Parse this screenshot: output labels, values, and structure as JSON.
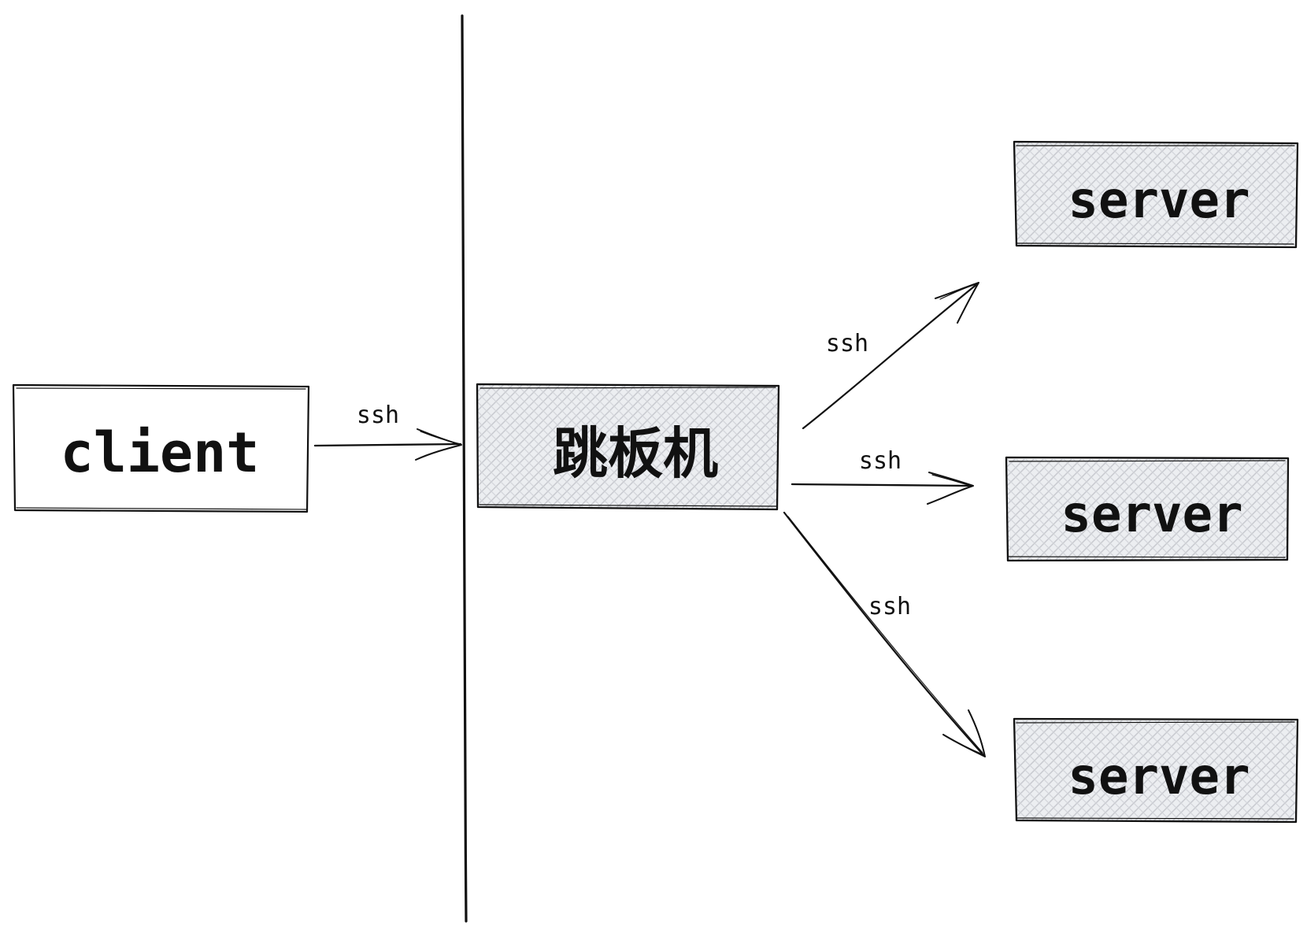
{
  "nodes": {
    "client": {
      "label": "client",
      "fill": "#ffffff"
    },
    "jump_host": {
      "label": "跳板机",
      "fill": "#e6e7ea"
    },
    "server_top": {
      "label": "server",
      "fill": "#e6e7ea"
    },
    "server_middle": {
      "label": "server",
      "fill": "#e6e7ea"
    },
    "server_bottom": {
      "label": "server",
      "fill": "#e6e7ea"
    }
  },
  "edges": {
    "client_to_jump": {
      "label": "ssh"
    },
    "jump_to_server_top": {
      "label": "ssh"
    },
    "jump_to_server_middle": {
      "label": "ssh"
    },
    "jump_to_server_bottom": {
      "label": "ssh"
    }
  },
  "colors": {
    "ink": "#111111",
    "hatch": "#c9cbd1",
    "shaded_fill": "#e6e7ea",
    "background": "#ffffff"
  }
}
